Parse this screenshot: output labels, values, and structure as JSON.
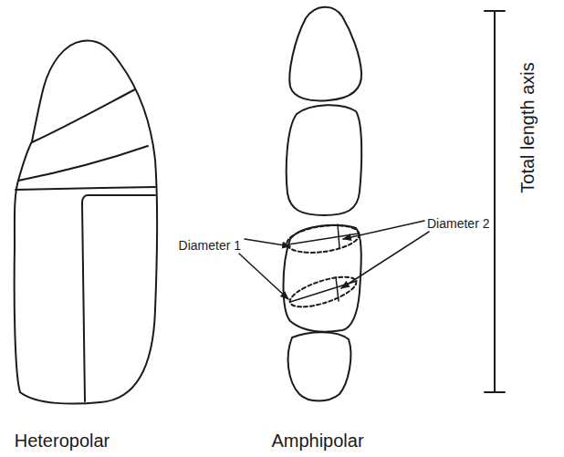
{
  "diagram": {
    "labels": [
      "Diameter 1",
      "Diameter 2",
      "Total length axis",
      "Heteropolar",
      "Amphipolar"
    ]
  }
}
